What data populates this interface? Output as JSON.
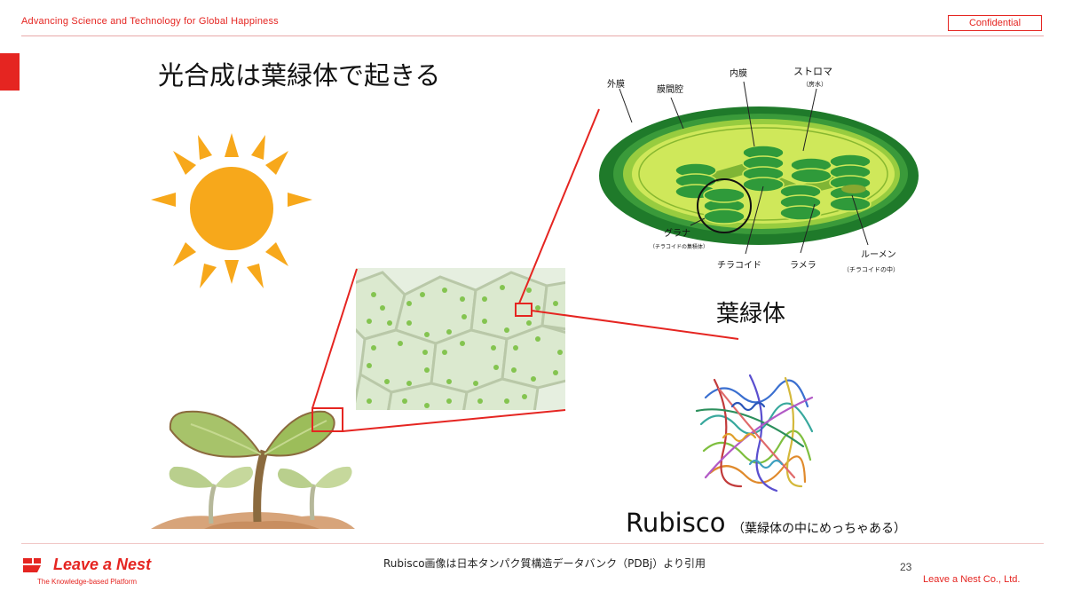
{
  "header": {
    "tagline": "Advancing Science and Technology for Global Happiness",
    "confidential": "Confidential"
  },
  "slide": {
    "title": "光合成は葉緑体で起きる",
    "chloroplast_label": "葉緑体",
    "rubisco_label": "Rubisco",
    "rubisco_note": "（葉緑体の中にめっちゃある）",
    "credit": "Rubisco画像は日本タンパク質構造データバンク（PDBj）より引用",
    "page_number": "23"
  },
  "diagram_labels": {
    "outer_membrane": "外膜",
    "intermembrane_space": "膜間腔",
    "inner_membrane": "内膜",
    "stroma": "ストロマ",
    "stroma_sub": "（房水）",
    "grana": "グラナ",
    "grana_sub": "（チラコイドの集積体）",
    "thylakoid": "チラコイド",
    "lamella": "ラメラ",
    "lumen": "ルーメン",
    "lumen_sub": "（チラコイドの中）"
  },
  "footer": {
    "brand": "Leave a Nest",
    "brand_sub": "The Knowledge-based Platform",
    "company": "Leave a Nest Co., Ltd."
  },
  "colors": {
    "brand_red": "#e52521",
    "sun": "#f7a81b",
    "chloroplast_dark": "#2e8b2e",
    "chloroplast_light": "#c9e84a"
  },
  "icons": [
    "sun-icon",
    "seedling-icon",
    "logo-mark-icon"
  ]
}
